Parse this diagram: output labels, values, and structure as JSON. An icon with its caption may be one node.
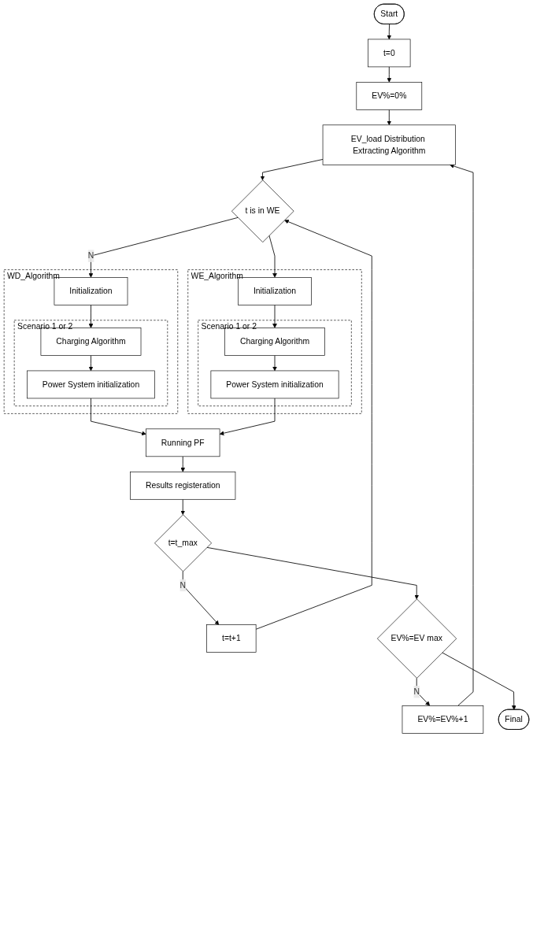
{
  "diagram": {
    "nodes": [
      {
        "text": [
          "Start"
        ]
      },
      {
        "text": [
          "t=0"
        ]
      },
      {
        "text": [
          "EV%=0%"
        ]
      },
      {
        "text": [
          "EV_load Distribution Extracting Algorithm"
        ]
      },
      {
        "text": [
          "t is in WE"
        ]
      },
      {
        "text": [
          "WD_Algorithm"
        ]
      },
      {
        "text": [
          "Initialization"
        ],
        "in": 5
      },
      {
        "text": [
          "Scenario 1 or 2"
        ],
        "in": 5
      },
      {
        "text": [
          "Charging Algorithm"
        ],
        "in": 7
      },
      {
        "text": [
          "Power System initialization"
        ],
        "in": 7
      },
      {
        "text": [
          "WE_Algorithm"
        ]
      },
      {
        "text": [
          "Initialization"
        ],
        "in": 10
      },
      {
        "text": [
          "Scenario 1 or 2"
        ],
        "in": 10
      },
      {
        "text": [
          "Charging Algorithm"
        ],
        "in": 12
      },
      {
        "text": [
          "Power System initialization"
        ],
        "in": 12
      },
      {
        "text": [
          "Running PF"
        ]
      },
      {
        "text": [
          "Results registeration"
        ]
      },
      {
        "text": [
          "t=t_max"
        ]
      },
      {
        "text": [
          "t=t+1"
        ]
      },
      {
        "text": [
          "EV%=EV max"
        ]
      },
      {
        "text": [
          "EV%=EV%+1"
        ]
      },
      {
        "text": [
          "Final"
        ]
      }
    ],
    "edges": [
      {
        "from": 0,
        "to": 1,
        "arrow": "to"
      },
      {
        "from": 1,
        "to": 2,
        "arrow": "to"
      },
      {
        "from": 2,
        "to": 3,
        "arrow": "to"
      },
      {
        "from": 3,
        "to": 4,
        "arrow": "to"
      },
      {
        "from": 4,
        "to": 6,
        "label": "N",
        "arrow": "to"
      },
      {
        "from": 4,
        "to": 11,
        "arrow": "to"
      },
      {
        "from": 6,
        "to": 8,
        "arrow": "to"
      },
      {
        "from": 8,
        "to": 9,
        "arrow": "to"
      },
      {
        "from": 11,
        "to": 13,
        "arrow": "to"
      },
      {
        "from": 13,
        "to": 14,
        "arrow": "to"
      },
      {
        "from": 9,
        "to": 15,
        "arrow": "to"
      },
      {
        "from": 14,
        "to": 15,
        "arrow": "to"
      },
      {
        "from": 15,
        "to": 16,
        "arrow": "to"
      },
      {
        "from": 16,
        "to": 17,
        "arrow": "to"
      },
      {
        "from": 17,
        "to": 18,
        "label": "N",
        "arrow": "to"
      },
      {
        "from": 18,
        "to": 4,
        "arrow": "to"
      },
      {
        "from": 17,
        "to": 19,
        "arrow": "to"
      },
      {
        "from": 19,
        "to": 20,
        "label": "N",
        "arrow": "to"
      },
      {
        "from": 20,
        "to": 3,
        "arrow": "to"
      },
      {
        "from": 19,
        "to": 21,
        "arrow": "to"
      }
    ]
  }
}
